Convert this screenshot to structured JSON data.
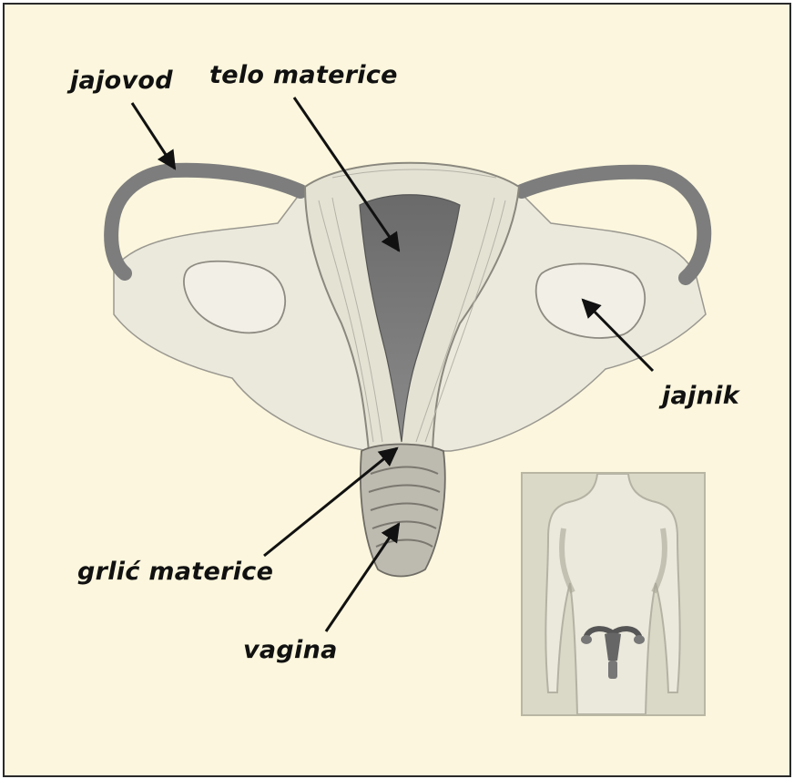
{
  "labels": {
    "fallopian_tube": "jajovod",
    "uterus_body": "telo materice",
    "ovary": "jajnik",
    "cervix": "grlić materice",
    "vagina": "vagina"
  },
  "colors": {
    "background": "#fbf6dd",
    "border": "#2a2a2a",
    "tissue": "#ebe8da",
    "tube": "#7f7f7f",
    "cavity": "#6f6f6f",
    "inset_bg": "#dad8c6"
  }
}
